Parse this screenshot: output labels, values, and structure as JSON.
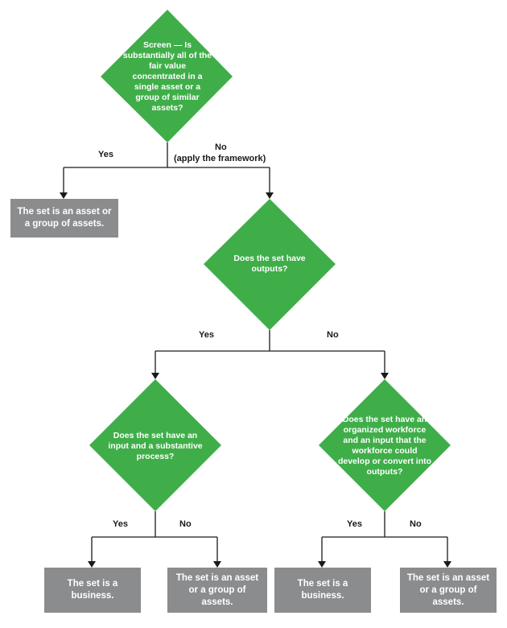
{
  "decisions": {
    "screen": "Screen — Is substantially all of the fair value concentrated in a single asset or a group of similar assets?",
    "outputs": "Does the set have outputs?",
    "input_process": "Does the set have an input and a substantive process?",
    "workforce": "Does the set have an organized workforce and an input that the workforce could develop or convert into outputs?"
  },
  "branch_labels": {
    "screen_yes": "Yes",
    "screen_no": "No",
    "screen_no_note": "(apply the framework)",
    "outputs_yes": "Yes",
    "outputs_no": "No",
    "input_yes": "Yes",
    "input_no": "No",
    "workforce_yes": "Yes",
    "workforce_no": "No"
  },
  "outcomes": {
    "screen_yes": "The set is an asset or a group of assets.",
    "input_yes": "The set is a business.",
    "input_no": "The set is an asset or a group of assets.",
    "workforce_yes": "The set is a business.",
    "workforce_no": "The set is an asset or a group of assets."
  },
  "colors": {
    "decision": "#3fae49",
    "outcome": "#8a8c8e",
    "connector": "#1a1a1a"
  }
}
